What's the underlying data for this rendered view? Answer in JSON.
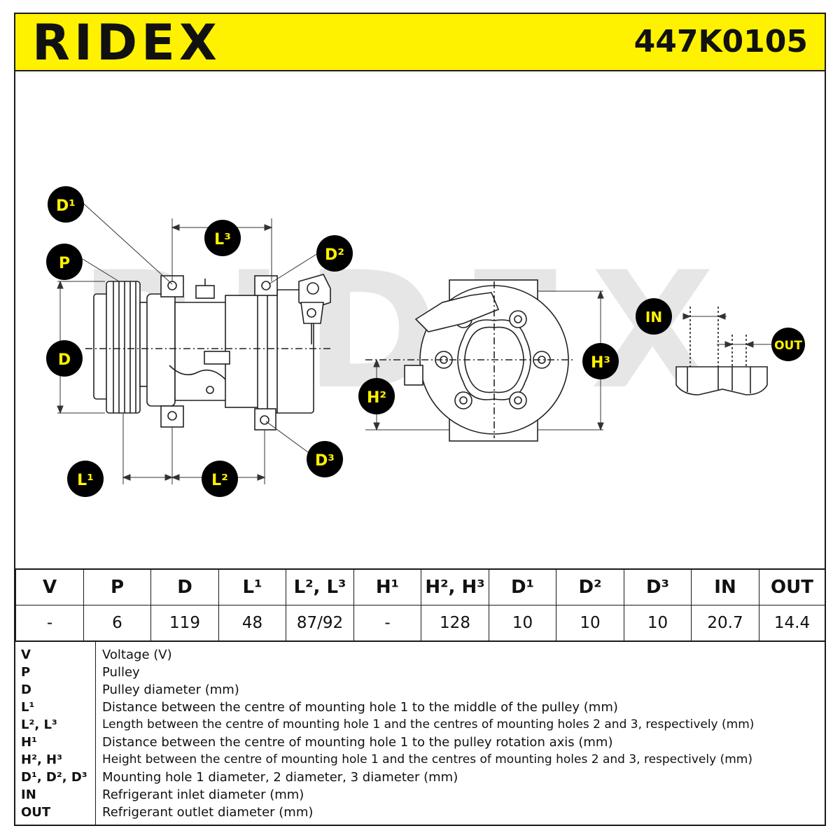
{
  "header": {
    "brand": "RIDEX",
    "part_number": "447K0105",
    "brand_color": "#fff200"
  },
  "drawing": {
    "watermark": "RIDEX",
    "callouts": {
      "D1": "D¹",
      "P": "P",
      "D": "D",
      "L1": "L¹",
      "L2": "L²",
      "L3": "L³",
      "D2": "D²",
      "D3": "D³",
      "H2": "H²",
      "H3": "H³",
      "IN": "IN",
      "OUT": "OUT"
    },
    "callout_fill": "#000000",
    "callout_text_color": "#fff200"
  },
  "specs": {
    "headers": [
      "V",
      "P",
      "D",
      "L¹",
      "L², L³",
      "H¹",
      "H², H³",
      "D¹",
      "D²",
      "D³",
      "IN",
      "OUT"
    ],
    "values": [
      "-",
      "6",
      "119",
      "48",
      "87/92",
      "-",
      "128",
      "10",
      "10",
      "10",
      "20.7",
      "14.4"
    ]
  },
  "legend": [
    {
      "code": "V",
      "desc": "Voltage (V)"
    },
    {
      "code": "P",
      "desc": "Pulley"
    },
    {
      "code": "D",
      "desc": "Pulley diameter (mm)"
    },
    {
      "code": "L¹",
      "desc": "Distance between the centre of mounting hole 1 to the middle of the pulley (mm)"
    },
    {
      "code": "L², L³",
      "desc": "Length between the centre of mounting hole 1 and the centres of mounting holes 2 and 3, respectively (mm)"
    },
    {
      "code": "H¹",
      "desc": "Distance between the centre of mounting hole 1 to the pulley rotation axis (mm)"
    },
    {
      "code": "H², H³",
      "desc": "Height between the centre of mounting hole 1 and the centres of mounting holes 2 and 3, respectively (mm)"
    },
    {
      "code": "D¹, D², D³",
      "desc": "Mounting hole 1 diameter, 2 diameter, 3 diameter (mm)"
    },
    {
      "code": "IN",
      "desc": "Refrigerant inlet diameter (mm)"
    },
    {
      "code": "OUT",
      "desc": "Refrigerant outlet diameter (mm)"
    }
  ]
}
